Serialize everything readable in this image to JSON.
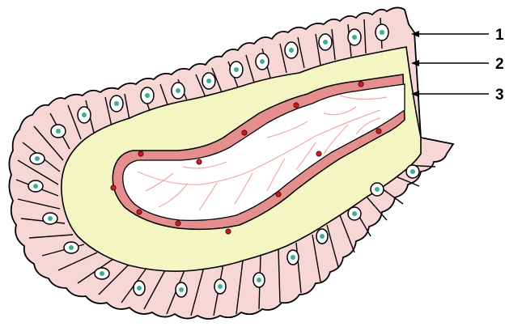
{
  "labels": [
    {
      "id": "label-1",
      "text": "1"
    },
    {
      "id": "label-2",
      "text": "2"
    },
    {
      "id": "label-3",
      "text": "3"
    }
  ],
  "colors": {
    "epithelium": "#f7d6d6",
    "nucleus_fill": "#ffffff",
    "nucleolus": "#3fae96",
    "lamina_propria": "#f3f5c2",
    "vessel_wall": "#e58e8e",
    "vessel_dots": "#d01818",
    "lumen": "#ffffff",
    "fibers": "#f2a8a8",
    "outline": "#000000"
  }
}
